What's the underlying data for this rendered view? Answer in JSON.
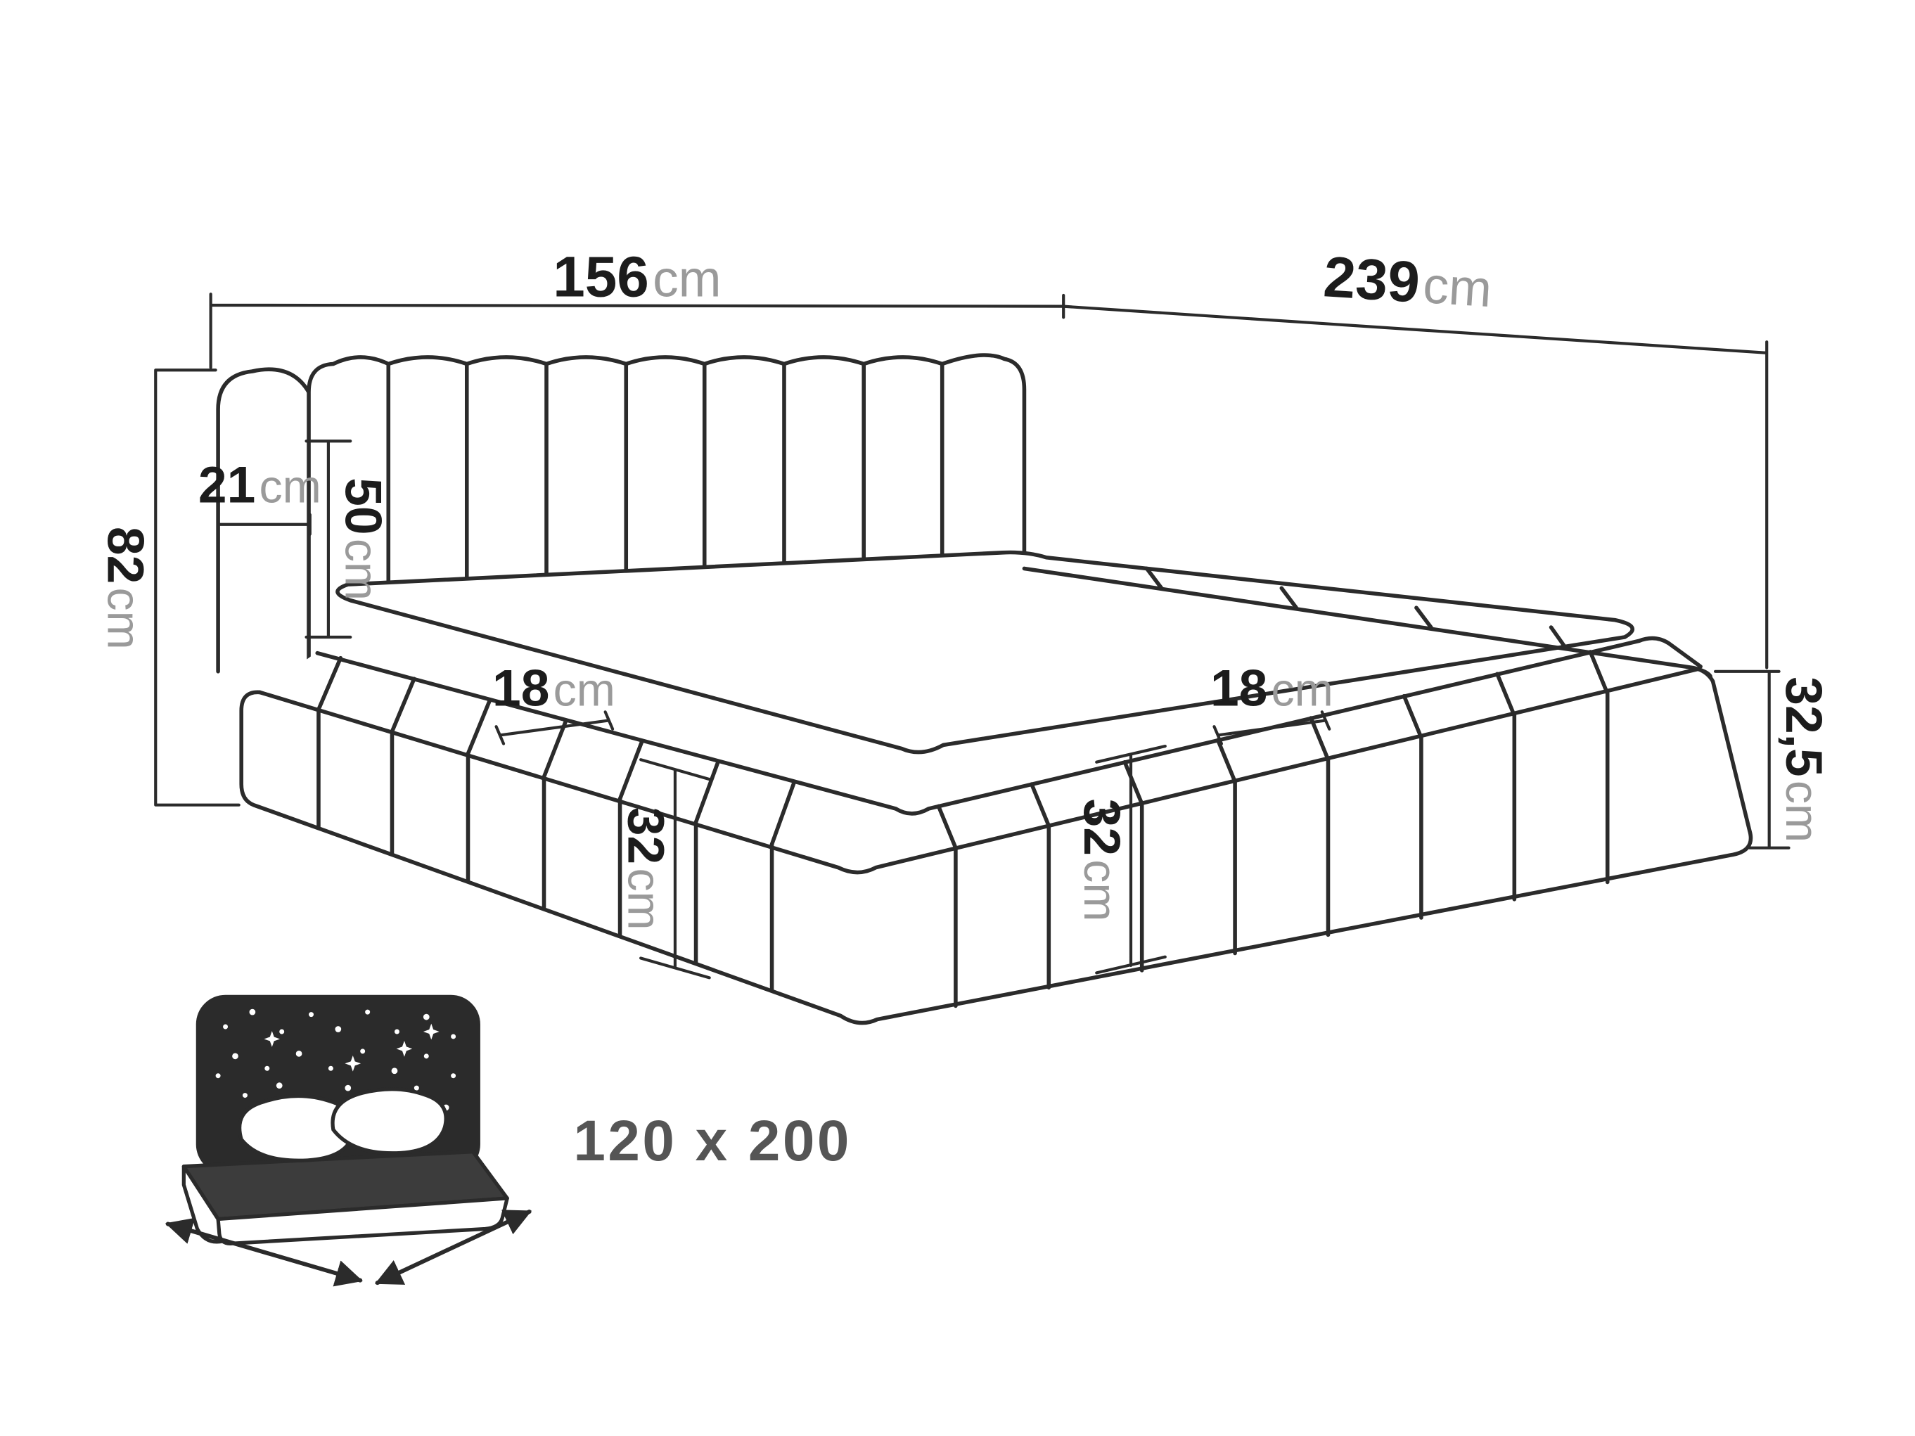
{
  "meta": {
    "colors": {
      "line_color": "#2b2b2b",
      "number_color": "#1c1c1c",
      "unit_color": "#9a9a9a",
      "size_label_color": "#555555",
      "background": "#ffffff"
    }
  },
  "diagram": {
    "type": "bed-dimension-drawing",
    "dimensions": {
      "headboard_width": {
        "value": "156",
        "unit": "cm"
      },
      "bed_length": {
        "value": "239",
        "unit": "cm"
      },
      "bed_height": {
        "value": "82",
        "unit": "cm"
      },
      "headboard_side_width": {
        "value": "21",
        "unit": "cm"
      },
      "headboard_panel_height": {
        "value": "50",
        "unit": "cm"
      },
      "rail_top_width_left": {
        "value": "18",
        "unit": "cm"
      },
      "rail_top_width_right": {
        "value": "18",
        "unit": "cm"
      },
      "rail_height_left": {
        "value": "32",
        "unit": "cm"
      },
      "rail_height_right": {
        "value": "32",
        "unit": "cm"
      },
      "rail_height_foot": {
        "value": "32,5",
        "unit": "cm"
      }
    },
    "legend": {
      "mattress_size": "120 x 200"
    }
  }
}
